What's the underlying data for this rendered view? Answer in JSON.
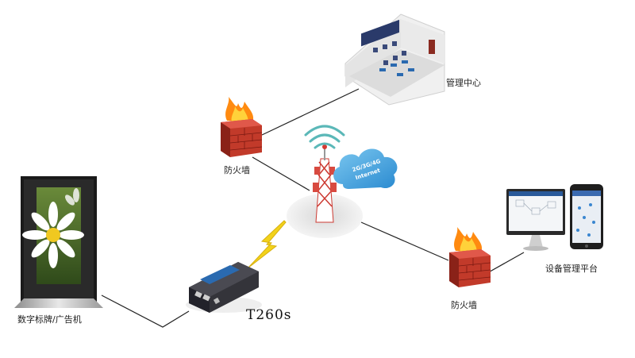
{
  "labels": {
    "management_center": "管理中心",
    "firewall_top": "防火墙",
    "firewall_right": "防火墙",
    "device_platform": "设备管理平台",
    "router_model": "T260s",
    "signage": "数字标牌/广告机",
    "cloud_line1": "2G/3G/4G",
    "cloud_line2": "Internet"
  },
  "colors": {
    "line": "#222222",
    "cloud": "#3aa0e0",
    "wifi": "#5bb8b8",
    "firewall_brick": "#b8332a",
    "flame": "#ff9a1a",
    "lightning": "#f2d21a",
    "router_body": "#3a3a40",
    "tower": "#d43a32"
  },
  "icons": [
    "monitor-signage-icon",
    "router-icon",
    "lightning-icon",
    "cell-tower-icon",
    "cloud-icon",
    "wifi-icon",
    "firewall-icon",
    "control-room-icon",
    "desktop-monitor-icon",
    "smartphone-icon"
  ]
}
